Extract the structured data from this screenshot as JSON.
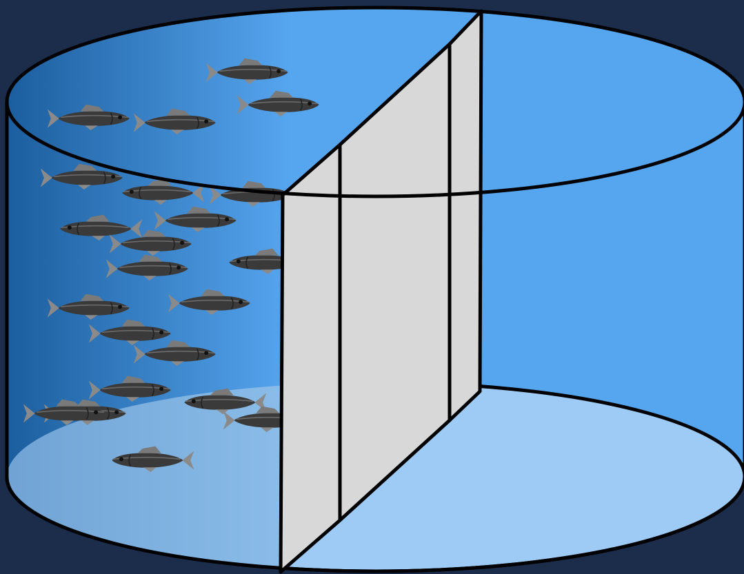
{
  "colors": {
    "background": "#1b2d4b",
    "water_light_right": "#56a5ef",
    "water_dark_left": "#1a5c9c",
    "floor_light": "#9dcbf5",
    "panel": "#d8d8d8",
    "outline": "#000000",
    "fish_body": "#3a3a3a",
    "fish_fin": "#8a8a8a"
  },
  "tank": {
    "shape": "cylinder",
    "divider": "partition-panel",
    "fish_count": 22
  },
  "fish": [
    {
      "side": "left",
      "facing": "right"
    },
    {
      "side": "left",
      "facing": "right"
    },
    {
      "side": "left",
      "facing": "right"
    },
    {
      "side": "left",
      "facing": "right"
    },
    {
      "side": "left",
      "facing": "right"
    },
    {
      "side": "left",
      "facing": "left"
    },
    {
      "side": "left",
      "facing": "right"
    },
    {
      "side": "left",
      "facing": "left"
    },
    {
      "side": "left",
      "facing": "right"
    },
    {
      "side": "left",
      "facing": "right"
    },
    {
      "side": "left",
      "facing": "right"
    },
    {
      "side": "left",
      "facing": "left"
    },
    {
      "side": "left",
      "facing": "right"
    },
    {
      "side": "left",
      "facing": "right"
    },
    {
      "side": "left",
      "facing": "right"
    },
    {
      "side": "left",
      "facing": "right"
    },
    {
      "side": "left",
      "facing": "right"
    },
    {
      "side": "left",
      "facing": "right"
    },
    {
      "side": "left",
      "facing": "left"
    },
    {
      "side": "left",
      "facing": "right"
    },
    {
      "side": "left",
      "facing": "left"
    },
    {
      "side": "left",
      "facing": "right"
    }
  ]
}
